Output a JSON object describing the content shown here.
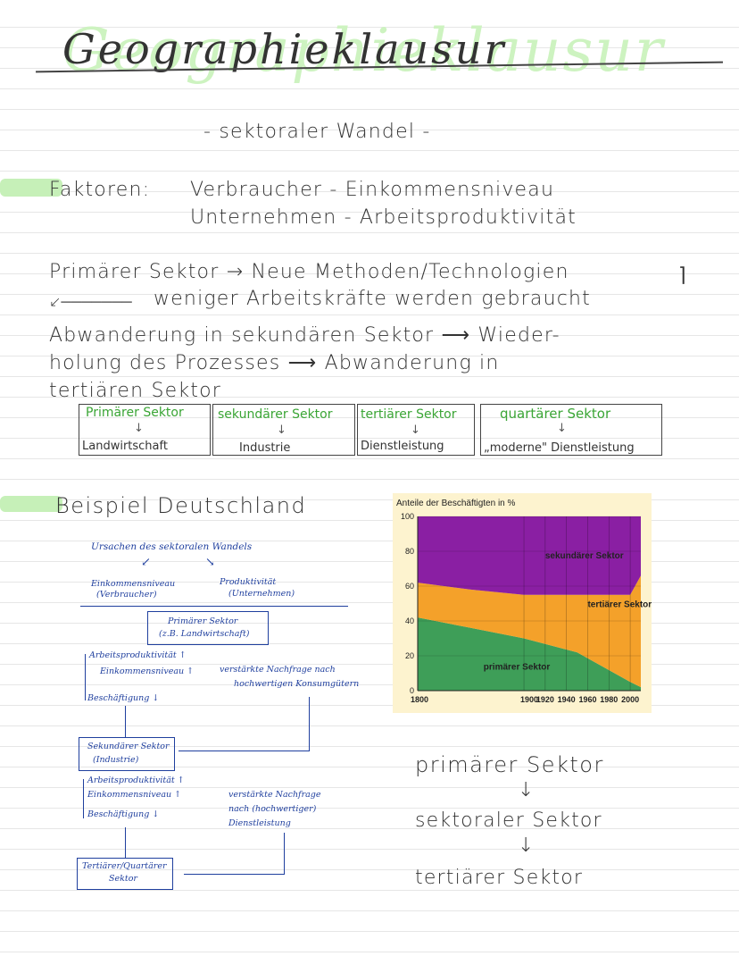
{
  "title": "Geographieklausur",
  "subtitle": "- sektoraler Wandel -",
  "faktoren": {
    "label": "Faktoren:",
    "line1": "Verbraucher - Einkommensniveau",
    "line2": "Unternehmen - Arbeitsproduktivität"
  },
  "paragraph": [
    "Primärer Sektor → Neue Methoden/Technologien",
    "weniger Arbeitskräfte werden gebraucht",
    "Abwanderung in sekundären Sektor ⟶ Wieder-",
    "holung des Prozesses ⟶ Abwanderung in",
    "tertiären Sektor"
  ],
  "sectors": [
    {
      "name": "Primärer Sektor",
      "example": "Landwirtschaft"
    },
    {
      "name": "sekundärer Sektor",
      "example": "Industrie"
    },
    {
      "name": "tertiärer Sektor",
      "example": "Dienstleistung"
    },
    {
      "name": "quartärer Sektor",
      "example": "„moderne\" Dienstleistung"
    }
  ],
  "example_heading": "Beispiel Deutschland",
  "diagram": {
    "title": "Ursachen des sektoralen Wandels",
    "left_cause": "Einkommensniveau",
    "left_cause_sub": "(Verbraucher)",
    "right_cause": "Produktivität",
    "right_cause_sub": "(Unternehmen)",
    "box1_line1": "Primärer Sektor",
    "box1_line2": "(z.B. Landwirtschaft)",
    "block1": [
      "Arbeitsproduktivität ↑",
      "Einkommensniveau ↑",
      "Beschäftigung ↓"
    ],
    "note1_line1": "verstärkte Nachfrage nach",
    "note1_line2": "hochwertigen Konsumgütern",
    "box2_line1": "Sekundärer Sektor",
    "box2_line2": "(Industrie)",
    "block2": [
      "Arbeitsproduktivität ↑",
      "Einkommensniveau ↑",
      "Beschäftigung ↓"
    ],
    "note2_line1": "verstärkte Nachfrage",
    "note2_line2": "nach (hochwertiger)",
    "note2_line3": "Dienstleistung",
    "box3_line1": "Tertiärer/Quartärer",
    "box3_line2": "Sektor"
  },
  "chart_data": {
    "type": "area",
    "title": "Anteile der Beschäftigten in %",
    "x": [
      1800,
      1850,
      1900,
      1950,
      2000,
      2010
    ],
    "x_ticks": [
      1800,
      1900,
      1920,
      1940,
      1960,
      1980,
      2000
    ],
    "y_ticks": [
      0,
      20,
      40,
      60,
      80,
      100
    ],
    "ylim": [
      0,
      100
    ],
    "series": [
      {
        "name": "primärer Sektor",
        "color": "#3e9e58",
        "values": [
          42,
          36,
          30,
          22,
          5,
          2
        ]
      },
      {
        "name": "tertiärer Sektor",
        "color": "#f4a12a",
        "values": [
          20,
          22,
          25,
          33,
          50,
          64
        ]
      },
      {
        "name": "sekundärer Sektor",
        "color": "#8a1fa3",
        "values": [
          38,
          42,
          45,
          45,
          45,
          34
        ]
      }
    ]
  },
  "chain": [
    "primärer Sektor",
    "sektoraler Sektor",
    "tertiärer Sektor"
  ]
}
